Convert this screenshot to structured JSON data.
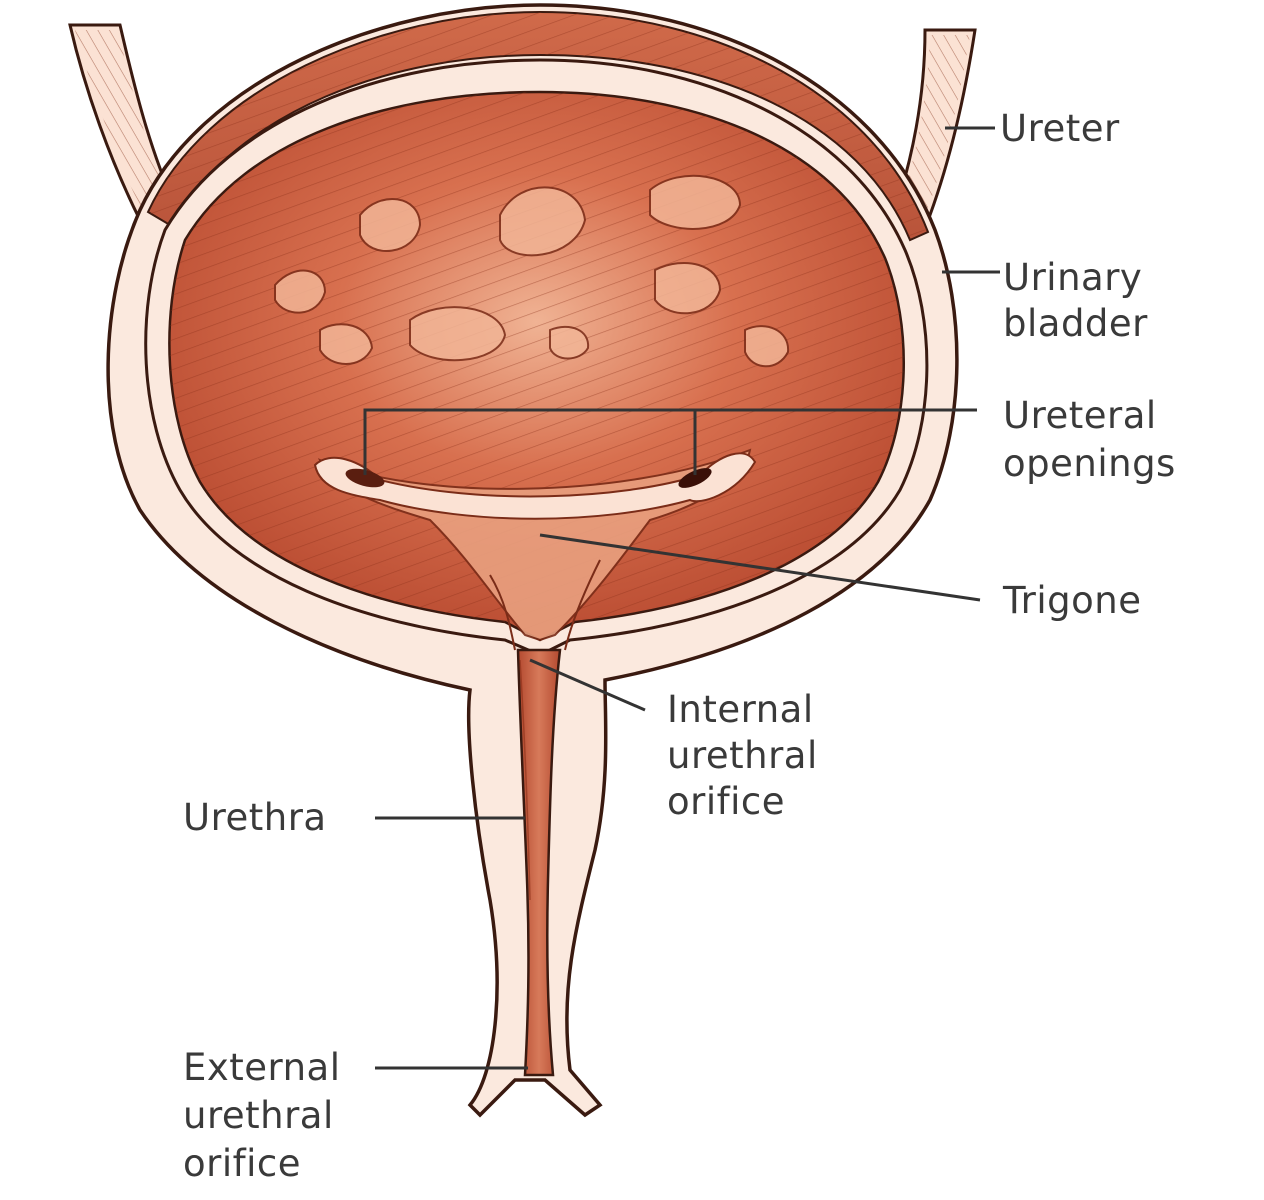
{
  "labels": {
    "ureter": "Ureter",
    "urinary_bladder": [
      "Urinary",
      "bladder"
    ],
    "ureteral_openings": [
      "Ureteral",
      "openings"
    ],
    "trigone": "Trigone",
    "internal_urethral_orifice": [
      "Internal",
      "urethral",
      "orifice"
    ],
    "urethra": "Urethra",
    "external_urethral_orifice": [
      "External",
      "urethral",
      "orifice"
    ]
  },
  "colors": {
    "tissue": "#c95a3c",
    "tissue_dark": "#a8432a",
    "tissue_light": "#e9a07f",
    "wall": "#fbe9de",
    "outline": "#3a1a10",
    "label_text": "#3a3a3a"
  }
}
